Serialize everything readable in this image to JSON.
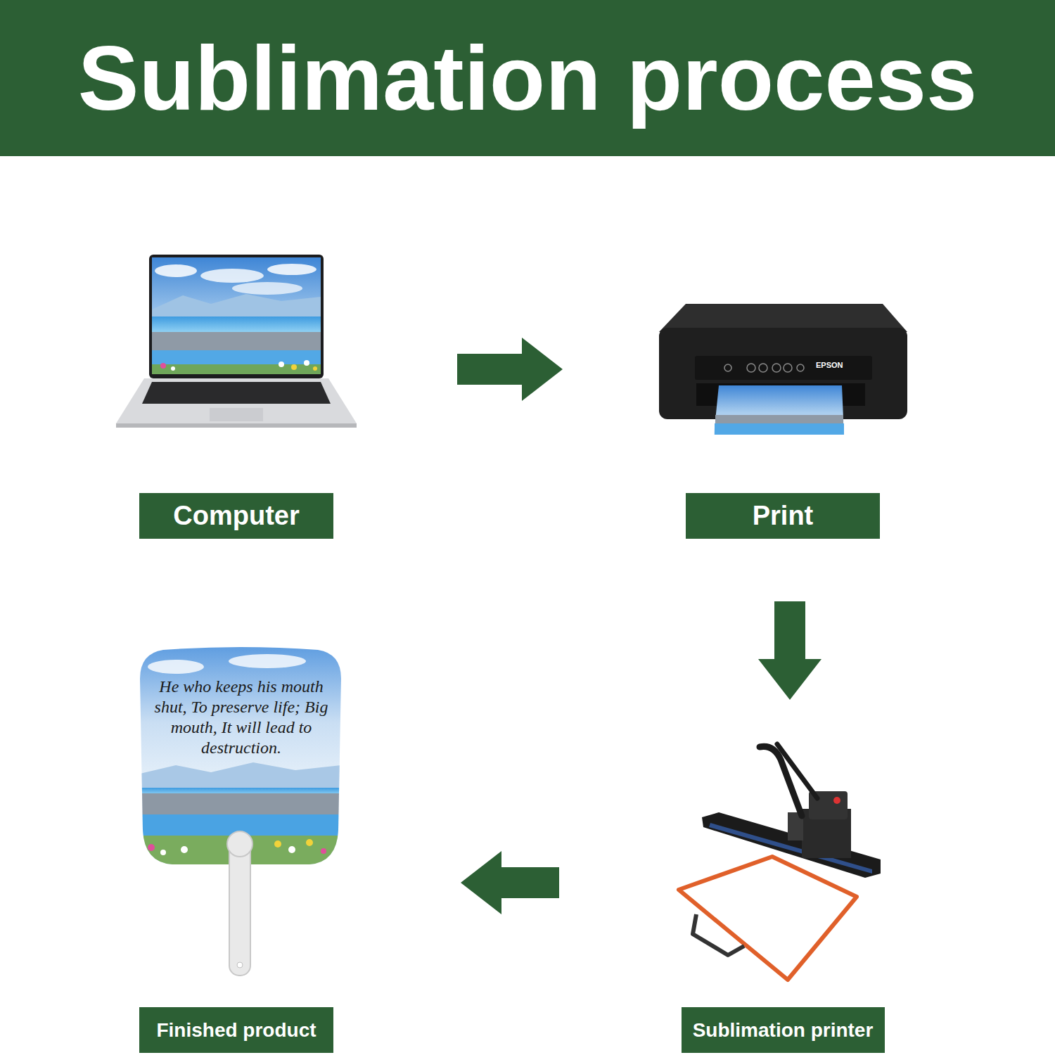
{
  "diagram": {
    "title": "Sublimation process",
    "nodes": [
      {
        "text": [
          "Computer"
        ]
      },
      {
        "text": [
          "Print"
        ]
      },
      {
        "text": [
          "Sublimation printer"
        ]
      },
      {
        "text": [
          "Finished product"
        ]
      }
    ],
    "edges": [
      {
        "from": 0,
        "to": 1,
        "arrow": "to"
      },
      {
        "from": 1,
        "to": 2,
        "arrow": "to"
      },
      {
        "from": 2,
        "to": 3,
        "arrow": "to"
      }
    ],
    "labels": [
      "He who keeps his mouth shut, To preserve life; Big mouth, It will lead to destruction.",
      "EPSON"
    ]
  }
}
